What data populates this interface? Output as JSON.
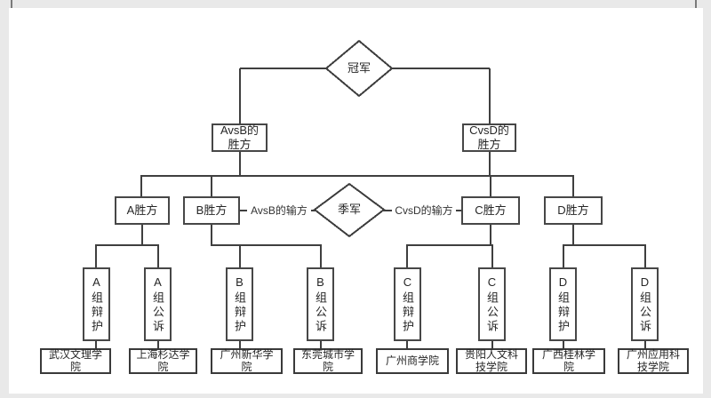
{
  "bracket": {
    "champion": "冠军",
    "third_place": "季军",
    "finalists": [
      "AvsB的胜方",
      "CvsD的胜方"
    ],
    "semifinalists": [
      "A胜方",
      "B胜方",
      "C胜方",
      "D胜方"
    ],
    "loser_links": [
      "AvsB的输方",
      "CvsD的输方"
    ],
    "teams": [
      "A组辩护",
      "A组公诉",
      "B组辩护",
      "B组公诉",
      "C组辩护",
      "C组公诉",
      "D组辩护",
      "D组公诉"
    ],
    "schools": [
      "武汉文理学院",
      "上海杉达学院",
      "广州新华学院",
      "东莞城市学院",
      "广州商学院",
      "贵阳人文科技学院",
      "广西桂林学院",
      "广州应用科技学院"
    ],
    "colors": {
      "line": "#3f3f3f",
      "text": "#262626",
      "node_bg": "#ffffff",
      "frame": "#e9e9e9"
    }
  }
}
